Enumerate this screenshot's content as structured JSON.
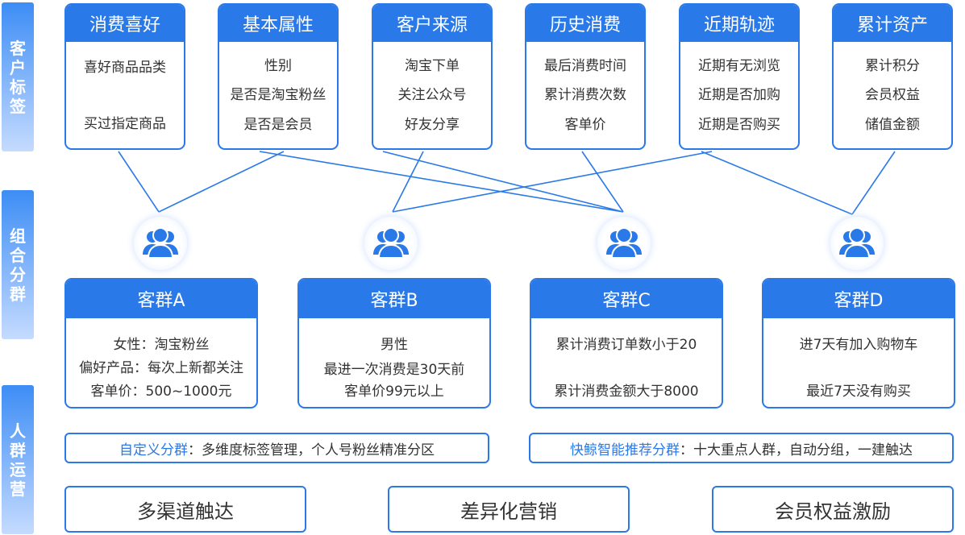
{
  "side_labels": [
    "客户标签",
    "组合分群",
    "人群运营"
  ],
  "tags": [
    {
      "title": "消费喜好",
      "items": [
        "喜好商品品类",
        "买过指定商品"
      ]
    },
    {
      "title": "基本属性",
      "items": [
        "性别",
        "是否是淘宝粉丝",
        "是否是会员"
      ]
    },
    {
      "title": "客户来源",
      "items": [
        "淘宝下单",
        "关注公众号",
        "好友分享"
      ]
    },
    {
      "title": "历史消费",
      "items": [
        "最后消费时间",
        "累计消费次数",
        "客单价"
      ]
    },
    {
      "title": "近期轨迹",
      "items": [
        "近期有无浏览",
        "近期是否加购",
        "近期是否购买"
      ]
    },
    {
      "title": "累计资产",
      "items": [
        "累计积分",
        "会员权益",
        "储值金额"
      ]
    }
  ],
  "groups": [
    {
      "title": "客群A",
      "items": [
        "女性：淘宝粉丝",
        "偏好产品：每次上新都关注",
        "客单价：500~1000元"
      ]
    },
    {
      "title": "客群B",
      "items": [
        "男性",
        "最进一次消费是30天前",
        "客单价99元以上"
      ]
    },
    {
      "title": "客群C",
      "items": [
        "累计消费订单数小于20",
        "累计消费金额大于8000"
      ]
    },
    {
      "title": "客群D",
      "items": [
        "进7天有加入购物车",
        "最近7天没有购买"
      ]
    }
  ],
  "strategies": [
    {
      "highlight": "自定义分群",
      "text": "：多维度标签管理，个人号粉丝精准分区"
    },
    {
      "highlight": "快鲸智能推荐分群",
      "text": "：十大重点人群，自动分组，一建触达"
    }
  ],
  "actions": [
    "多渠道触达",
    "差异化营销",
    "会员权益激励"
  ],
  "colors": {
    "primary": "#2a79e8",
    "side_gradient_top": "#3d8df5",
    "side_gradient_bottom": "#c5dbff"
  },
  "icons": {
    "group_avatar": "users-icon"
  }
}
